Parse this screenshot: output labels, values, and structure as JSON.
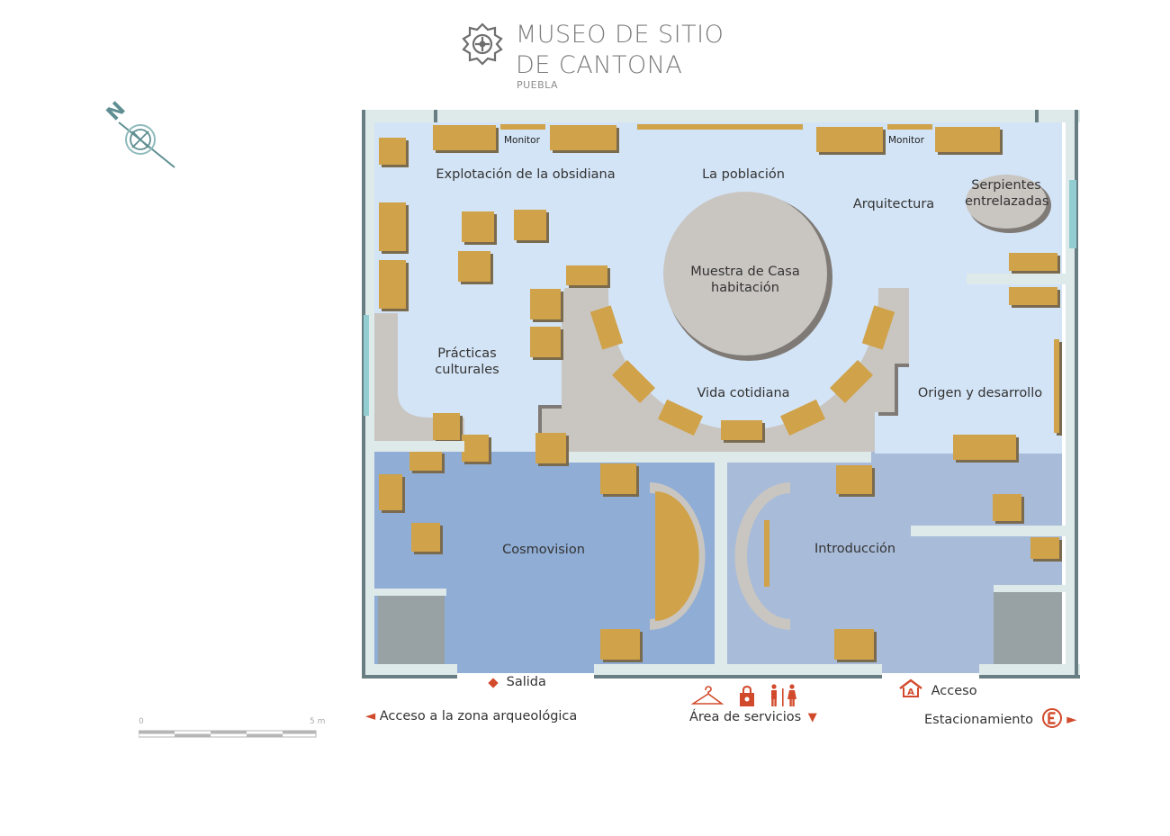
{
  "header": {
    "title_line1": "MUSEO DE SITIO",
    "title_line2": "DE CANTONA",
    "subtitle": "PUEBLA",
    "logo_icon": "glyph-logo-icon"
  },
  "compass": {
    "label": "N"
  },
  "scale": {
    "start": "0",
    "end": "5 m"
  },
  "rooms": {
    "explotacion": "Explotación de la obsidiana",
    "poblacion": "La población",
    "arquitectura": "Arquitectura",
    "serpientes": "Serpientes entrelazadas",
    "muestra": "Muestra de Casa habitación",
    "practicas": "Prácticas culturales",
    "vida": "Vida cotidiana",
    "origen": "Origen y desarrollo",
    "cosmovision": "Cosmovision",
    "introduccion": "Introducción"
  },
  "monitors": {
    "left": "Monitor",
    "right": "Monitor"
  },
  "footer": {
    "salida": "Salida",
    "acceso": "Acceso",
    "zona": "Acceso a la zona arqueológica",
    "servicios": "Área de servicios",
    "estacionamiento": "Estacionamiento"
  },
  "colors": {
    "upper_floor": "#d3e4f6",
    "cosmo_floor": "#8fadd5",
    "intro_floor": "#a8bbd8",
    "display_case": "#d0a24a",
    "platform": "#c9c6c2",
    "wall": "#dee9ea",
    "wall_shadow": "#687e82",
    "accent_red": "#d24a2c",
    "service_room": "#98a2a4",
    "window": "#92cdd1"
  }
}
